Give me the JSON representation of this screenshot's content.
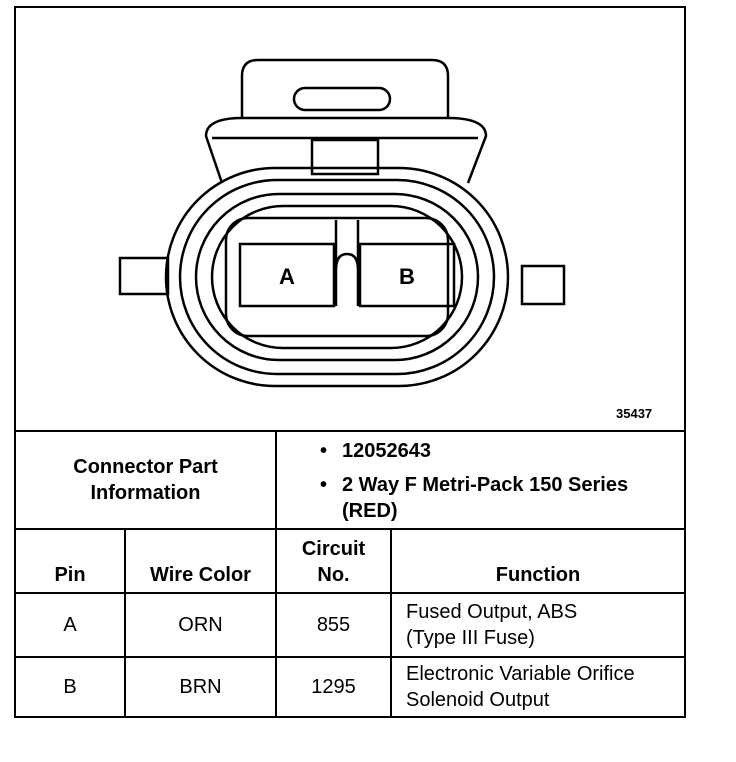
{
  "figure_id": "35437",
  "connector_pins": [
    "A",
    "B"
  ],
  "part_info": {
    "label": "Connector Part Information",
    "items": [
      "12052643",
      "2 Way F Metri-Pack 150 Series (RED)"
    ],
    "bullet": "•"
  },
  "table": {
    "headers": [
      "Pin",
      "Wire Color",
      "Circuit No.",
      "Function"
    ],
    "rows": [
      [
        "A",
        "ORN",
        "855",
        "Fused Output, ABS (Type III Fuse)"
      ],
      [
        "B",
        "BRN",
        "1295",
        "Electronic Variable Orifice Solenoid Output"
      ]
    ]
  },
  "colors": {
    "ink": "#000000",
    "paper": "#ffffff"
  }
}
